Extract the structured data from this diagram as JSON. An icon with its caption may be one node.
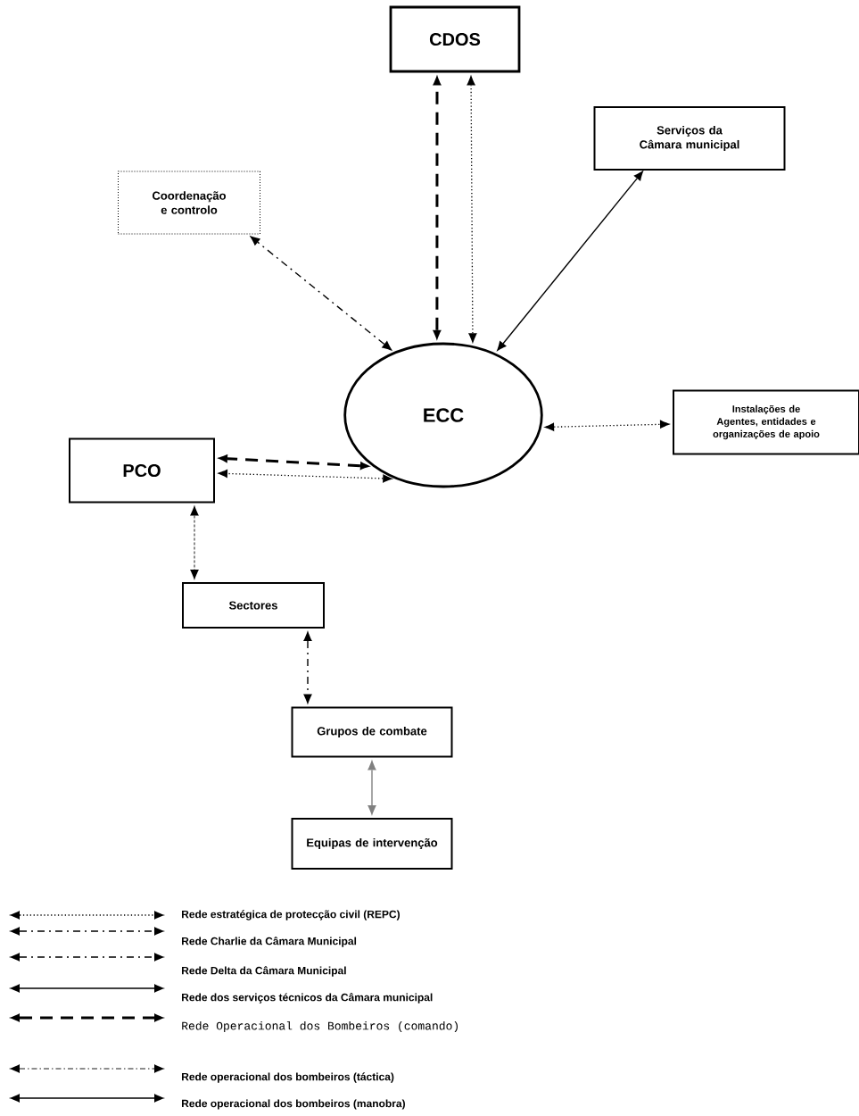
{
  "diagram": {
    "nodes": [
      {
        "text": [
          "CDOS"
        ]
      },
      {
        "text": [
          "Serviços da Câmara municipal"
        ]
      },
      {
        "text": [
          "Coordenação e controlo"
        ]
      },
      {
        "text": [
          "ECC"
        ]
      },
      {
        "text": [
          "Instalações de Agentes, entidades e organizações de apoio"
        ]
      },
      {
        "text": [
          "PCO"
        ]
      },
      {
        "text": [
          "Sectores"
        ]
      },
      {
        "text": [
          "Grupos de combate"
        ]
      },
      {
        "text": [
          "Equipas de intervenção"
        ]
      }
    ],
    "edges": [
      {
        "from": 3,
        "to": 0,
        "arrow": "both",
        "style": "dashed"
      },
      {
        "from": 3,
        "to": 0,
        "arrow": "both",
        "style": "dashed"
      },
      {
        "from": 3,
        "to": 1,
        "arrow": "both"
      },
      {
        "from": 3,
        "to": 2,
        "arrow": "both",
        "style": "dashed"
      },
      {
        "from": 3,
        "to": 4,
        "arrow": "both",
        "style": "dashed"
      },
      {
        "from": 3,
        "to": 5,
        "arrow": "both",
        "style": "dashed"
      },
      {
        "from": 3,
        "to": 5,
        "arrow": "both",
        "style": "dashed"
      },
      {
        "from": 5,
        "to": 6,
        "arrow": "both",
        "style": "dashed"
      },
      {
        "from": 6,
        "to": 7,
        "arrow": "both",
        "style": "dashed"
      },
      {
        "from": 7,
        "to": 8,
        "arrow": "both",
        "color": "#808080"
      }
    ],
    "legend": [
      {
        "text": "Rede estratégica de protecção civil (REPC)"
      },
      {
        "text": "Rede Charlie da Câmara Municipal"
      },
      {
        "text": "Rede Delta da Câmara Municipal"
      },
      {
        "text": "Rede dos serviços técnicos da Câmara municipal"
      },
      {
        "text": "Rede Operacional dos Bombeiros (comando)"
      },
      {
        "text": "Rede operacional dos bombeiros (táctica)"
      },
      {
        "text": "Rede operacional dos bombeiros (manobra)"
      }
    ]
  }
}
